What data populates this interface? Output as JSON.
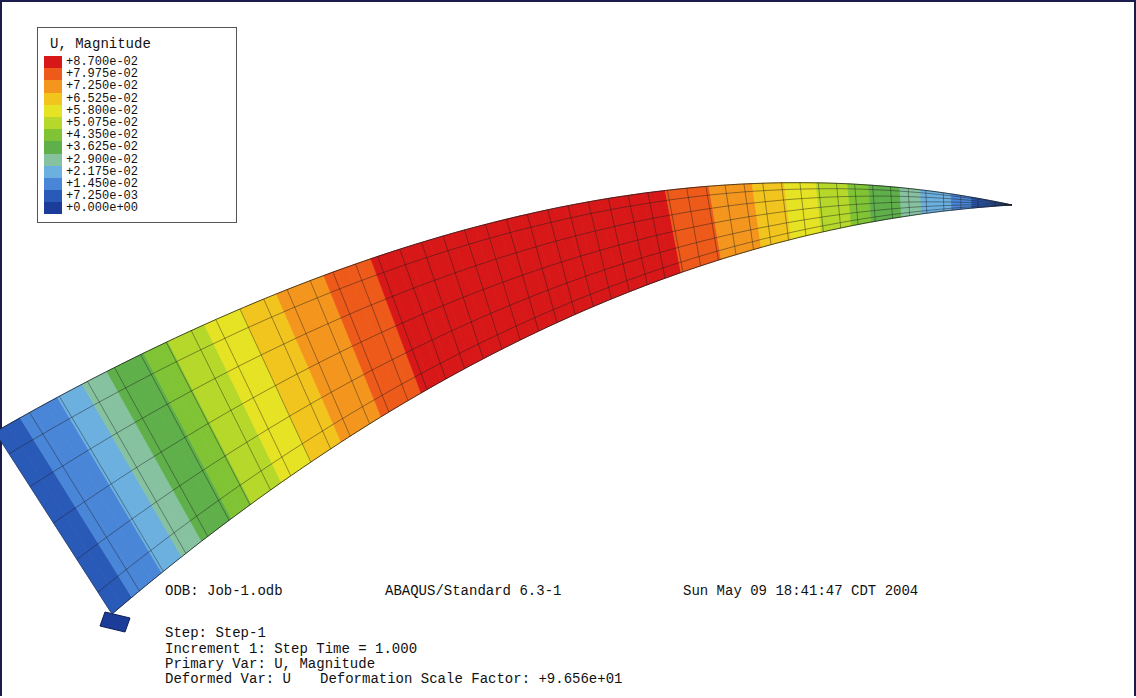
{
  "diagram": {
    "labels": [
      "U, Magnitude",
      "ODB: Job-1.odb",
      "ABAQUS/Standard 6.3-1",
      "Sun May 09 18:41:47 CDT 2004",
      "Step: Step-1",
      "Increment 1: Step Time = 1.000",
      "Primary Var: U, Magnitude",
      "Deformed Var: U",
      "Deformation Scale Factor: +9.656e+01"
    ],
    "legend": [
      {
        "text": "+8.700e-02",
        "color": "#d81818"
      },
      {
        "text": "+7.975e-02",
        "color": "#ee5a1a"
      },
      {
        "text": "+7.250e-02",
        "color": "#f4961e"
      },
      {
        "text": "+6.525e-02",
        "color": "#f2c41e"
      },
      {
        "text": "+5.800e-02",
        "color": "#e6e224"
      },
      {
        "text": "+5.075e-02",
        "color": "#b6d82a"
      },
      {
        "text": "+4.350e-02",
        "color": "#80c436"
      },
      {
        "text": "+3.625e-02",
        "color": "#5fb04a"
      },
      {
        "text": "+2.900e-02",
        "color": "#86c2a0"
      },
      {
        "text": "+2.175e-02",
        "color": "#6cb0e0"
      },
      {
        "text": "+1.450e-02",
        "color": "#4a86d8"
      },
      {
        "text": "+7.250e-03",
        "color": "#2a5ab8"
      },
      {
        "text": "+0.000e+00",
        "color": "#1c3c9a"
      }
    ]
  }
}
